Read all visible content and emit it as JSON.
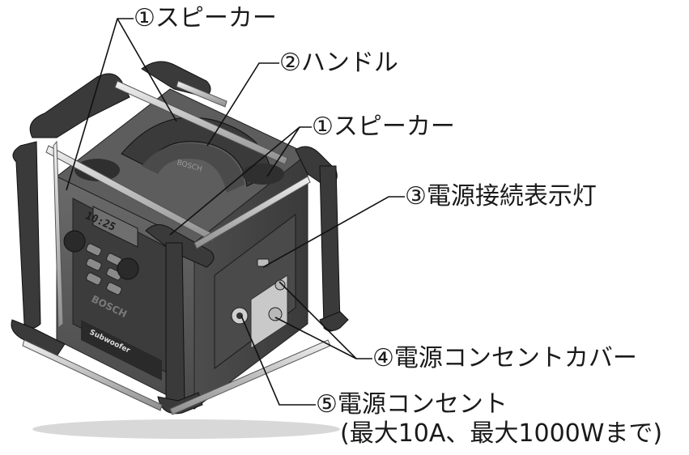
{
  "callouts": [
    {
      "id": "speaker-top",
      "number": "①",
      "text": "スピーカー"
    },
    {
      "id": "handle",
      "number": "②",
      "text": "ハンドル"
    },
    {
      "id": "speaker-mid",
      "number": "①",
      "text": "スピーカー"
    },
    {
      "id": "power-indicator",
      "number": "③",
      "text": "電源接続表示灯"
    },
    {
      "id": "outlet-cover",
      "number": "④",
      "text": "電源コンセントカバー"
    },
    {
      "id": "outlet",
      "number": "⑤",
      "text": "電源コンセント",
      "note": "(最大10A、最大1000Wまで)"
    }
  ],
  "device": {
    "brand_front": "BOSCH",
    "brand_handle": "BOSCH",
    "badge": "Subwoofer",
    "display": "10:25"
  },
  "colors": {
    "body": "#5a5a5a",
    "body_dark": "#2e2e2e",
    "frame": "#3d3d3d",
    "rail": "#cfcfcf",
    "line": "#111111"
  }
}
